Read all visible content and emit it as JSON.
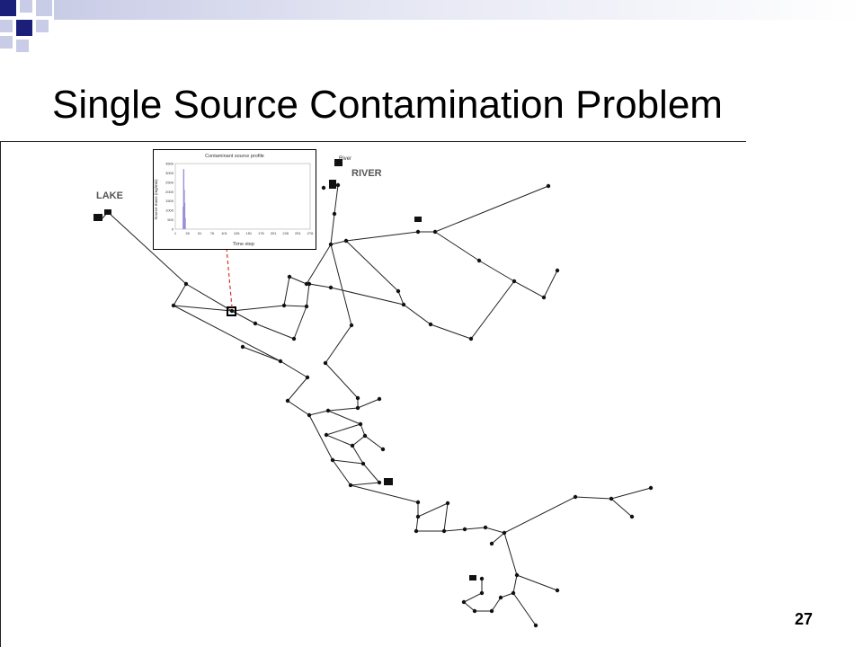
{
  "slide": {
    "title": "Single Source Contamination Problem",
    "page_number": "27"
  },
  "map_labels": {
    "lake": "LAKE",
    "river": "RIVER",
    "river_small": "River"
  },
  "inset_chart": {
    "title": "Contaminant source profile",
    "xlabel": "Time step",
    "ylabel": "Source mass (mg/min)",
    "yticks": [
      "3500",
      "3000",
      "2500",
      "2000",
      "1500",
      "1000",
      "500",
      "0"
    ],
    "xticks": [
      "1",
      "26",
      "51",
      "76",
      "101",
      "126",
      "151",
      "176",
      "201",
      "226",
      "251",
      "276"
    ]
  },
  "chart_data": {
    "type": "bar",
    "title": "Contaminant source profile",
    "xlabel": "Time step",
    "ylabel": "Source mass (mg/min)",
    "ylim": [
      0,
      3500
    ],
    "xlim": [
      1,
      276
    ],
    "x": [
      17,
      18,
      19,
      20,
      21
    ],
    "values": [
      1200,
      3200,
      2100,
      1400,
      600
    ],
    "bar_color": "#9b8fd6"
  },
  "colors": {
    "accent_navy": "#1b1f7a",
    "accent_light": "#c9cce6",
    "link_marker": "#e03030",
    "network": "#222222"
  }
}
